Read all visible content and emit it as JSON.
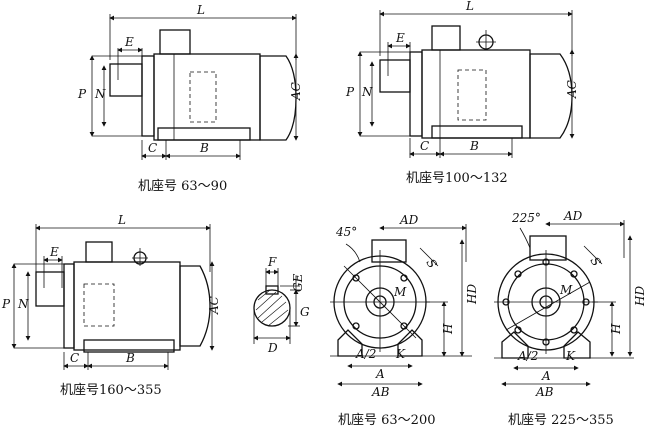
{
  "captions": {
    "frame_63_90": "机座号 63～90",
    "frame_100_132": "机座号100～132",
    "frame_160_355": "机座号160～355",
    "end_63_200": "机座号 63～200",
    "end_225_355": "机座号 225～355"
  },
  "labels": {
    "L": "L",
    "E": "E",
    "P": "P",
    "N": "N",
    "AC": "AC",
    "C": "C",
    "B": "B",
    "F": "F",
    "GE": "GE",
    "G": "G",
    "D": "D",
    "AD": "AD",
    "HD": "HD",
    "H": "H",
    "M": "M",
    "S": "S",
    "A2": "A/2",
    "K": "K",
    "A": "A",
    "AB": "AB",
    "angle45": "45°",
    "angle225": "225°"
  }
}
